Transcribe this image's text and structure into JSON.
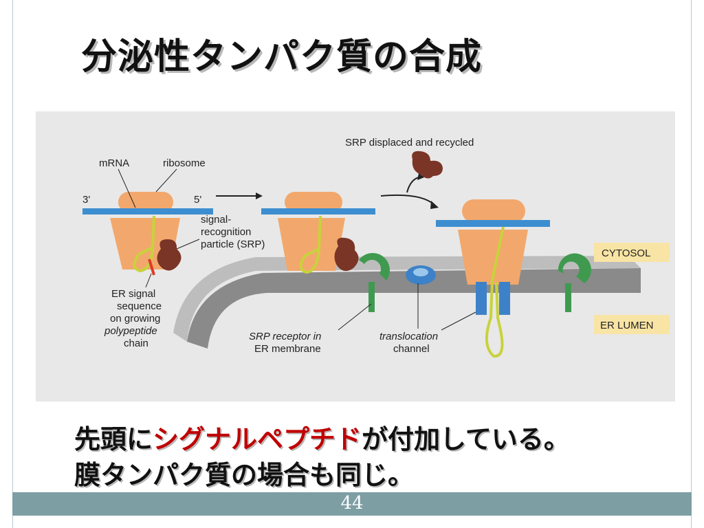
{
  "title": "分泌性タンパク質の合成",
  "caption": {
    "line1_prefix": "先頭に",
    "line1_highlight": "シグナルペプチド",
    "line1_suffix": "が付加している。",
    "line2": "膜タンパク質の場合も同じ。",
    "highlight_color": "#c00000"
  },
  "page_number": "44",
  "diagram": {
    "labels": {
      "mrna": "mRNA",
      "ribosome": "ribosome",
      "three_prime": "3'",
      "five_prime": "5'",
      "srp_1": "signal-",
      "srp_2": "recognition",
      "srp_3": "particle (SRP)",
      "er_signal_1": "ER signal",
      "er_signal_2": "sequence",
      "er_signal_3": "on growing",
      "er_signal_4": "polypeptide",
      "er_signal_5": "chain",
      "srp_displaced": "SRP displaced and recycled",
      "srp_receptor_1": "SRP receptor in",
      "srp_receptor_2": "ER membrane",
      "translocation_1": "translocation",
      "translocation_2": "channel",
      "cytosol": "CYTOSOL",
      "er_lumen": "ER LUMEN"
    },
    "colors": {
      "ribosome": "#f2a86c",
      "mrna": "#3d8ed0",
      "srp": "#7a3526",
      "receptor": "#3f9a4f",
      "channel": "#3d82c8",
      "membrane_top": "#bdbdbd",
      "membrane_side": "#8a8a8a",
      "chain": "#c8d23c",
      "signal": "#e03a2a",
      "label_box": "#f8e4a4",
      "panel_bg": "#e8e8e8"
    }
  }
}
